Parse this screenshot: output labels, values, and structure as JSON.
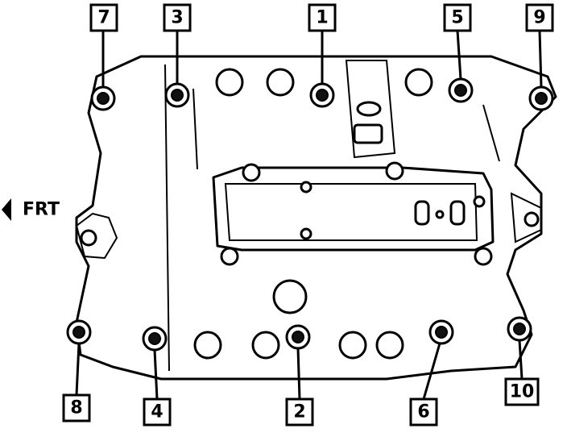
{
  "front_label": "FRT",
  "callouts": [
    {
      "id": "7",
      "text": "7"
    },
    {
      "id": "3",
      "text": "3"
    },
    {
      "id": "1",
      "text": "1"
    },
    {
      "id": "5",
      "text": "5"
    },
    {
      "id": "9",
      "text": "9"
    },
    {
      "id": "8",
      "text": "8"
    },
    {
      "id": "4",
      "text": "4"
    },
    {
      "id": "2",
      "text": "2"
    },
    {
      "id": "6",
      "text": "6"
    },
    {
      "id": "10",
      "text": "10"
    }
  ]
}
